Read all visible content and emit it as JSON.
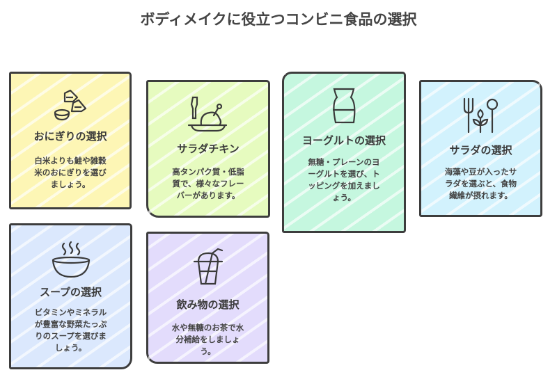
{
  "title": "ボディメイクに役立つコンビニ食品の選択",
  "colors": {
    "onigiri": "#fdf6b5",
    "chicken": "#e6fbbf",
    "yogurt": "#c5f7df",
    "salad": "#d2f2fd",
    "soup": "#dbe8fd",
    "drink": "#e3dcfc",
    "border": "#3d3d3d"
  },
  "cards": [
    {
      "icon": "onigiri-icon",
      "title": "おにぎりの選択",
      "desc": [
        "白米よりも鮭や雑穀",
        "米のおにぎりを選び",
        "ましょう。"
      ]
    },
    {
      "icon": "roast-chicken-icon",
      "title": "サラダチキン",
      "desc": [
        "高タンパク質・低脂",
        "質で、様々なフレー",
        "バーがあります。"
      ]
    },
    {
      "icon": "yogurt-cup-icon",
      "title": "ヨーグルトの選択",
      "desc": [
        "無糖・プレーンのヨ",
        "ーグルトを選び、ト",
        "ッピングを加えまし",
        "ょう。"
      ]
    },
    {
      "icon": "fork-spoon-leaf-icon",
      "title": "サラダの選択",
      "desc": [
        "海藻や豆が入ったサ",
        "ラダを選ぶと、食物",
        "繊維が摂れます。"
      ]
    },
    {
      "icon": "soup-bowl-icon",
      "title": "スープの選択",
      "desc": [
        "ビタミンやミネラル",
        "が豊富な野菜たっぷ",
        "りのスープを選びま",
        "しょう。"
      ]
    },
    {
      "icon": "drink-cup-icon",
      "title": "飲み物の選択",
      "desc": [
        "水や無糖のお茶で水",
        "分補給をしましょ",
        "う。"
      ]
    }
  ]
}
